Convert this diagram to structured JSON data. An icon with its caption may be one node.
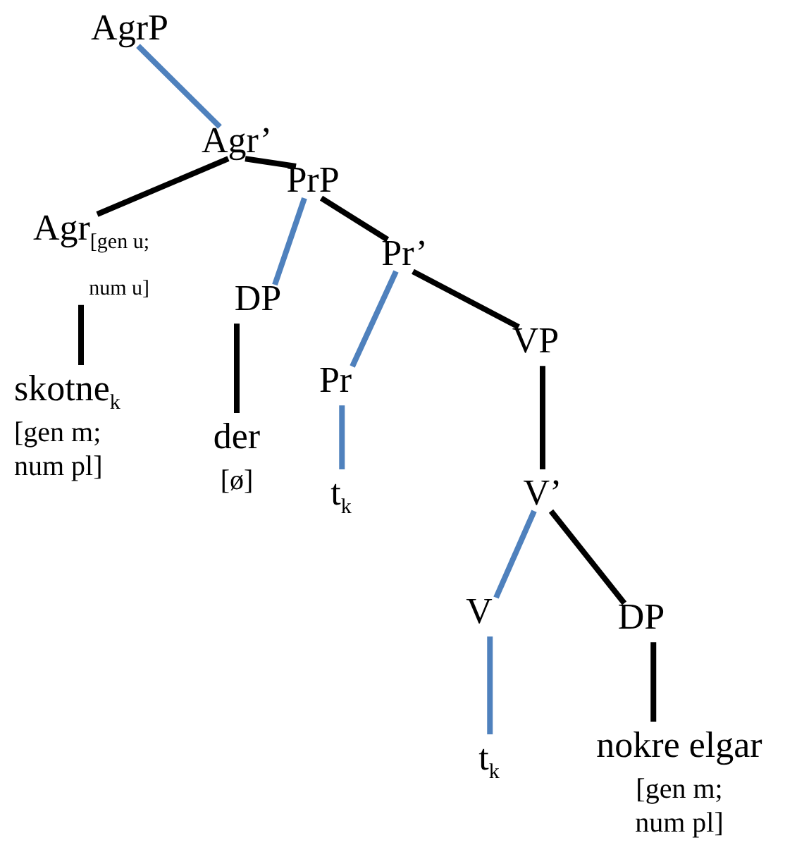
{
  "diagram": {
    "nodes": [
      {
        "text": [
          "AgrP"
        ]
      },
      {
        "text": [
          "Agr’"
        ]
      },
      {
        "text": [
          "Agr$_{[gen u; num u]}$"
        ]
      },
      {
        "text": [
          "PrP"
        ]
      },
      {
        "text": [
          "DP"
        ]
      },
      {
        "text": [
          "Pr’"
        ]
      },
      {
        "text": [
          "Pr"
        ]
      },
      {
        "text": [
          "VP"
        ]
      },
      {
        "text": [
          "V’"
        ]
      },
      {
        "text": [
          "V"
        ]
      },
      {
        "text": [
          "DP"
        ]
      },
      {
        "text": [
          "skotne$_{k}$",
          "[gen m; num pl]"
        ]
      },
      {
        "text": [
          "der",
          "[ø]"
        ]
      },
      {
        "text": [
          "t$_{k}$"
        ]
      },
      {
        "text": [
          "t$_{k}$"
        ]
      },
      {
        "text": [
          "nokre elgar",
          "[gen m; num pl]"
        ]
      }
    ],
    "edges": [
      {
        "from": 0,
        "to": 1,
        "arrow": "none",
        "color": "#4f81bd"
      },
      {
        "from": 1,
        "to": 2,
        "arrow": "none"
      },
      {
        "from": 1,
        "to": 3,
        "arrow": "none"
      },
      {
        "from": 3,
        "to": 4,
        "arrow": "none",
        "color": "#4f81bd"
      },
      {
        "from": 3,
        "to": 5,
        "arrow": "none"
      },
      {
        "from": 5,
        "to": 6,
        "arrow": "none",
        "color": "#4f81bd"
      },
      {
        "from": 5,
        "to": 7,
        "arrow": "none"
      },
      {
        "from": 7,
        "to": 8,
        "arrow": "none"
      },
      {
        "from": 8,
        "to": 9,
        "arrow": "none",
        "color": "#4f81bd"
      },
      {
        "from": 8,
        "to": 10,
        "arrow": "none"
      },
      {
        "from": 2,
        "to": 11,
        "arrow": "none"
      },
      {
        "from": 4,
        "to": 12,
        "arrow": "none"
      },
      {
        "from": 6,
        "to": 13,
        "arrow": "none",
        "color": "#4f81bd"
      },
      {
        "from": 9,
        "to": 14,
        "arrow": "none",
        "color": "#4f81bd"
      },
      {
        "from": 10,
        "to": 15,
        "arrow": "none"
      }
    ]
  }
}
